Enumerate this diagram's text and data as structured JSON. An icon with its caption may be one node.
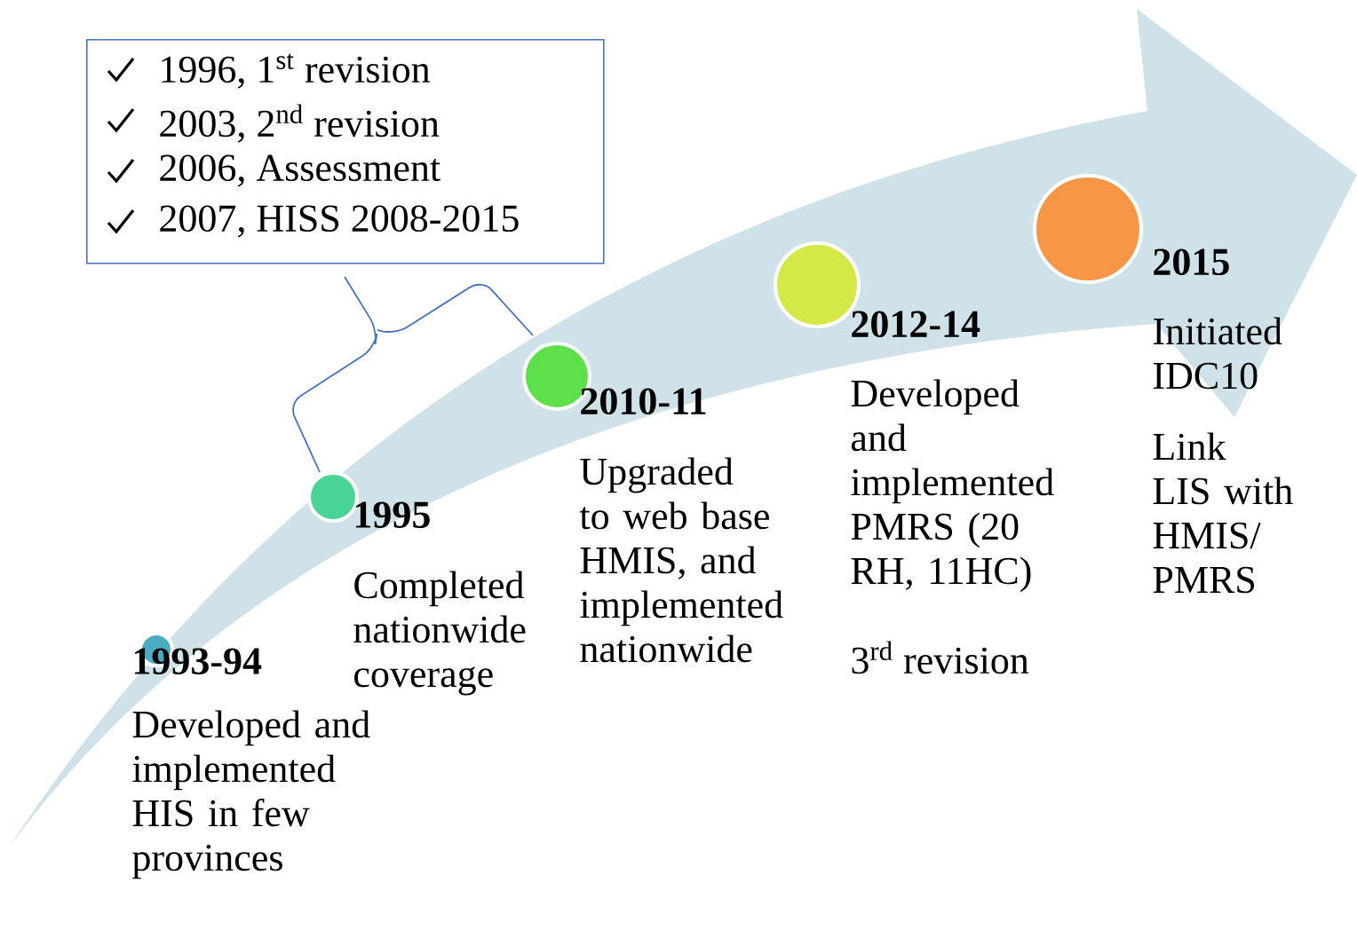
{
  "diagram": {
    "nodes": [
      {
        "text": [
          "1996, 1$^{st}$ revision",
          "2003, 2$^{nd}$ revision",
          "2006, Assessment",
          "2007, HISS 2008-2015"
        ]
      },
      {
        "text": [],
        "shape": "circle",
        "beside": [
          "1993-94",
          "Developed and implemented HIS in few provinces"
        ]
      },
      {
        "text": [],
        "shape": "circle",
        "beside": [
          "1995",
          "Completed nationwide coverage"
        ]
      },
      {
        "text": [],
        "shape": "circle",
        "beside": [
          "2010-11",
          "Upgraded to web base HMIS, and implemented nationwide"
        ]
      },
      {
        "text": [],
        "shape": "circle",
        "beside": [
          "2012-14",
          "Developed and implemented PMRS (20 RH, 11HC)",
          "3$^{rd}$ revision"
        ]
      },
      {
        "text": [],
        "shape": "circle",
        "beside": [
          "2015",
          "Initiated IDC10",
          "Link LIS with HMIS/ PMRS"
        ]
      }
    ]
  }
}
